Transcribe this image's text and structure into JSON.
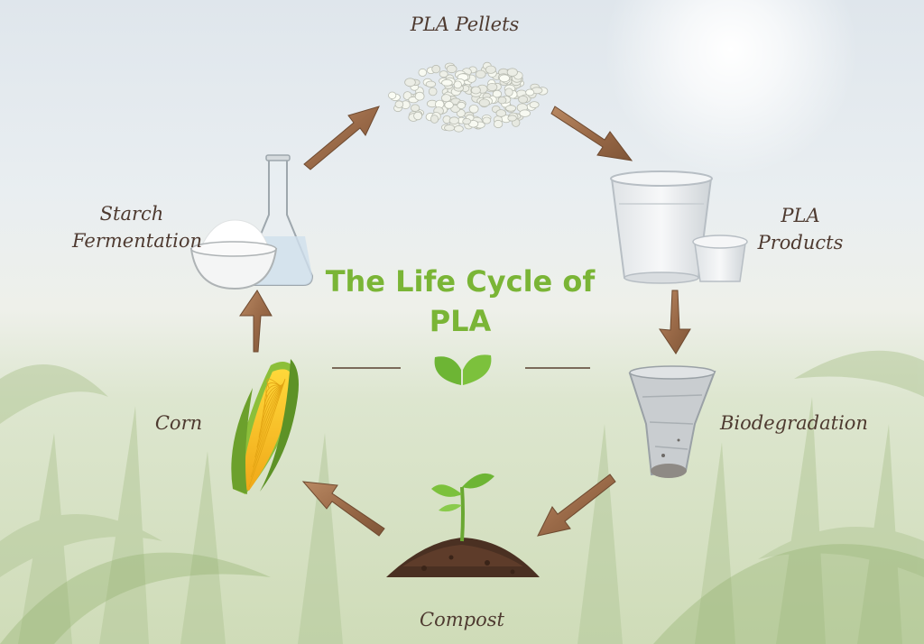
{
  "title": {
    "line1": "The Life Cycle of",
    "line2": "PLA"
  },
  "stages": {
    "pellets": "PLA Pellets",
    "products_line1": "PLA",
    "products_line2": "Products",
    "biodegradation": "Biodegradation",
    "compost": "Compost",
    "corn": "Corn",
    "starch_line1": "Starch",
    "starch_line2": "Fermentation"
  },
  "colors": {
    "title_green": "#7ab536",
    "label_brown": "#4e3a30",
    "arrow_wood": "#a0714f"
  }
}
